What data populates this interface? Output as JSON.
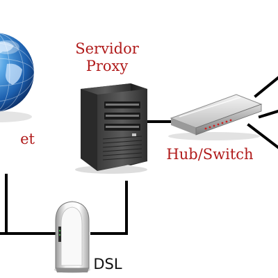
{
  "labels": {
    "proxy_line1": "Servidor",
    "proxy_line2": "Proxy",
    "internet": "et",
    "hub": "Hub/Switch",
    "dsl": "DSL"
  },
  "nodes": [
    {
      "id": "internet",
      "icon": "globe-icon"
    },
    {
      "id": "proxy",
      "icon": "server-tower-icon"
    },
    {
      "id": "hub",
      "icon": "network-switch-icon"
    },
    {
      "id": "dsl",
      "icon": "dsl-modem-icon"
    }
  ],
  "colors": {
    "label_red": "#b01a1a",
    "label_dark": "#111111",
    "link": "#000000"
  }
}
